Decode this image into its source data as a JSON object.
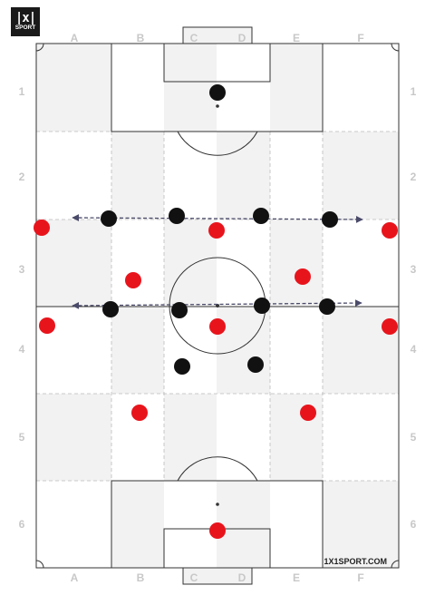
{
  "logo": {
    "main": "|x|",
    "sub": "SPORT"
  },
  "columns": [
    "A",
    "B",
    "C",
    "D",
    "E",
    "F"
  ],
  "rows": [
    "1",
    "2",
    "3",
    "4",
    "5",
    "6"
  ],
  "brand": "1X1SPORT.COM",
  "colors": {
    "black_team": "#111111",
    "red_team": "#e8141c",
    "lines": "#333333",
    "shade": "#f2f2f2",
    "grid": "#bbbbbb",
    "arrow": "#4a4a6a",
    "label": "#c8c8c8"
  },
  "players": {
    "black": [
      {
        "col": "C/D",
        "row": "1"
      },
      {
        "col": "B",
        "row": "2/3"
      },
      {
        "col": "C",
        "row": "2/3"
      },
      {
        "col": "D/E",
        "row": "2/3"
      },
      {
        "col": "E/F",
        "row": "2/3"
      },
      {
        "col": "B",
        "row": "3/4"
      },
      {
        "col": "C",
        "row": "3/4"
      },
      {
        "col": "D/E",
        "row": "3/4"
      },
      {
        "col": "E/F",
        "row": "3/4"
      },
      {
        "col": "C",
        "row": "4"
      },
      {
        "col": "D/E",
        "row": "4"
      }
    ],
    "red": [
      {
        "col": "A",
        "row": "2/3"
      },
      {
        "col": "C/D",
        "row": "3"
      },
      {
        "col": "F",
        "row": "2/3"
      },
      {
        "col": "B",
        "row": "3"
      },
      {
        "col": "E",
        "row": "3"
      },
      {
        "col": "A",
        "row": "4"
      },
      {
        "col": "C/D",
        "row": "4"
      },
      {
        "col": "F",
        "row": "4"
      },
      {
        "col": "B",
        "row": "5"
      },
      {
        "col": "E",
        "row": "5"
      },
      {
        "col": "C/D",
        "row": "6"
      }
    ]
  },
  "arrows": [
    "line-shift-upper",
    "line-shift-lower"
  ]
}
